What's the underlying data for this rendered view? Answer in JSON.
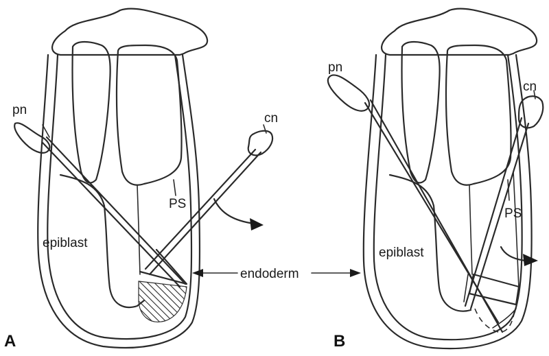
{
  "panels": [
    {
      "letter": "A",
      "labels": {
        "posterior_needle": "pn",
        "control_needle": "cn",
        "streak": "PS",
        "epiblast": "epiblast"
      }
    },
    {
      "letter": "B",
      "labels": {
        "posterior_needle": "pn",
        "control_needle": "cn",
        "streak": "PS",
        "epiblast": "epiblast"
      }
    }
  ],
  "shared_label": "endoderm"
}
